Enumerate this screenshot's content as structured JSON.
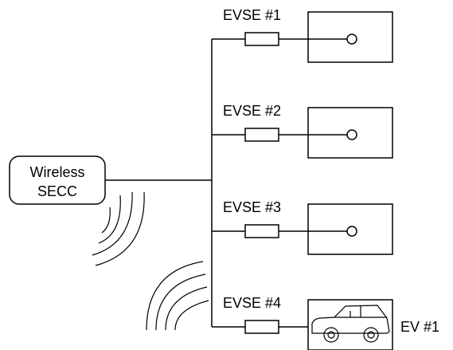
{
  "controller": {
    "line1": "Wireless",
    "line2": "SECC"
  },
  "evse": [
    {
      "label": "EVSE #1",
      "connected_vehicle": ""
    },
    {
      "label": "EVSE #2",
      "connected_vehicle": ""
    },
    {
      "label": "EVSE #3",
      "connected_vehicle": ""
    },
    {
      "label": "EVSE #4",
      "connected_vehicle": "EV #1"
    }
  ],
  "icons": {
    "wireless_signal": "wireless-signal-icon",
    "vehicle": "car-icon",
    "charge_point": "charging-outlet-icon"
  }
}
